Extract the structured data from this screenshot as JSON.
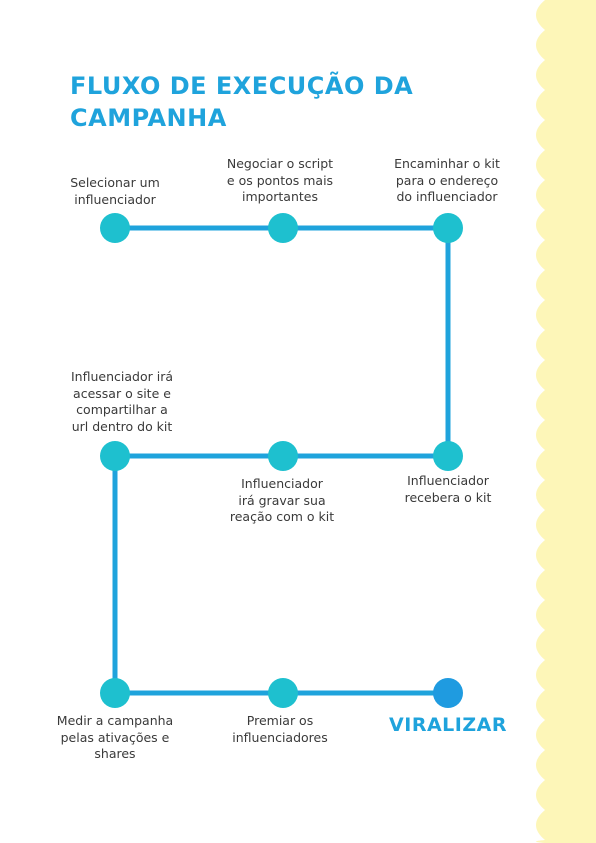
{
  "title": {
    "line1": "FLUXO DE EXECUÇÃO DA",
    "line2": "CAMPANHA"
  },
  "steps": [
    {
      "label": "Selecionar um\ninfluenciador"
    },
    {
      "label": "Negociar o script\ne os pontos mais\nimportantes"
    },
    {
      "label": "Encaminhar o kit\npara o endereço\ndo influenciador"
    },
    {
      "label": "Influenciador\nrecebera o kit"
    },
    {
      "label": "Influenciador\nirá gravar sua\nreação com o kit"
    },
    {
      "label": "Influenciador irá\nacessar o site e\ncompartilhar a\nurl dentro do kit"
    },
    {
      "label": "Medir a campanha\npelas ativações e\nshares"
    },
    {
      "label": "Premiar os\ninfluenciadores"
    },
    {
      "label": "VIRALIZAR"
    }
  ],
  "colors": {
    "accent": "#1fa3dc",
    "node": "#1ec0cf",
    "final_node": "#1f9be0",
    "line": "#1fa3dc",
    "text": "#3a3a3a",
    "edge_band": "#fdf6b8"
  }
}
